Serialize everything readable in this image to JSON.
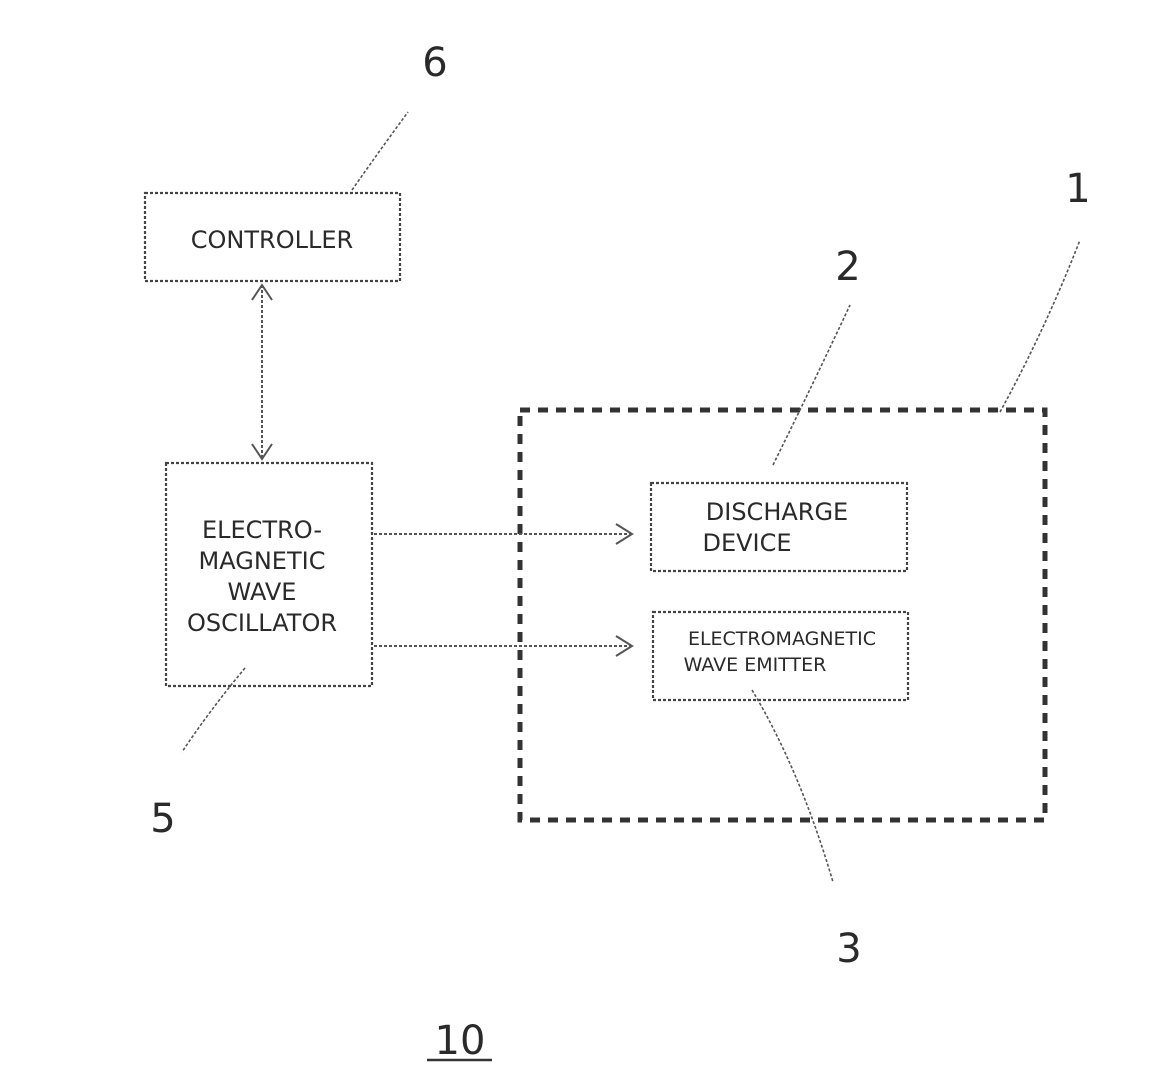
{
  "blocks": {
    "controller": {
      "ref": "6",
      "lines": [
        "CONTROLLER"
      ]
    },
    "oscillator": {
      "ref": "5",
      "lines": [
        "ELECTRO-",
        "MAGNETIC",
        "WAVE",
        "OSCILLATOR"
      ]
    },
    "discharge": {
      "ref": "2",
      "lines": [
        "DISCHARGE",
        "DEVICE"
      ]
    },
    "emitter": {
      "ref": "3",
      "lines": [
        "ELECTROMAGNETIC",
        "WAVE EMITTER"
      ]
    },
    "enclosure": {
      "ref": "1"
    }
  },
  "figure_ref": "10"
}
